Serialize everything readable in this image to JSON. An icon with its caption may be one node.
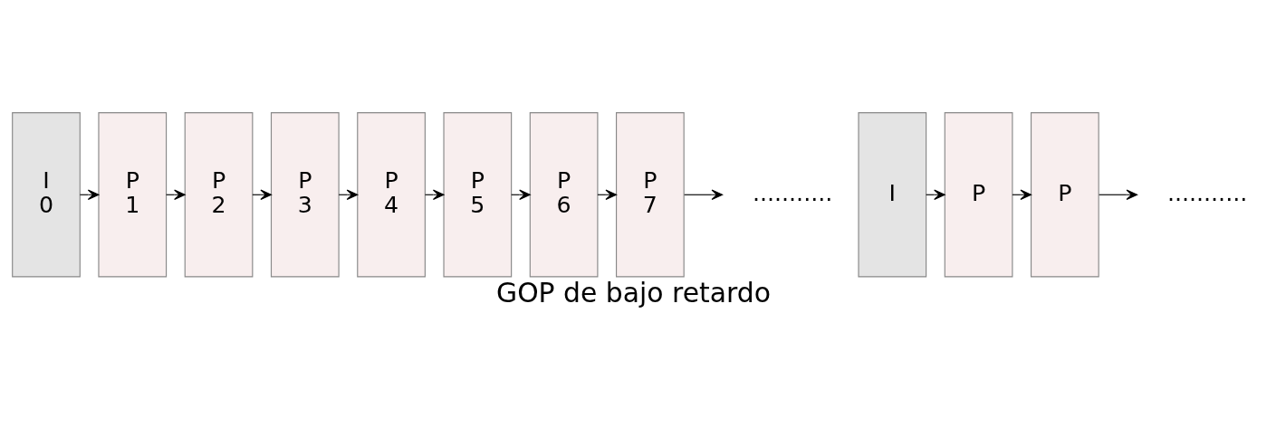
{
  "diagram": {
    "caption": "GOP de bajo retardo",
    "nodes": [
      {
        "text": [
          "I",
          "0"
        ]
      },
      {
        "text": [
          "P",
          "1"
        ]
      },
      {
        "text": [
          "P",
          "2"
        ]
      },
      {
        "text": [
          "P",
          "3"
        ]
      },
      {
        "text": [
          "P",
          "4"
        ]
      },
      {
        "text": [
          "P",
          "5"
        ]
      },
      {
        "text": [
          "P",
          "6"
        ]
      },
      {
        "text": [
          "P",
          "7"
        ]
      },
      {
        "text": [
          "I"
        ]
      },
      {
        "text": [
          "P"
        ]
      },
      {
        "text": [
          "P"
        ]
      }
    ],
    "edges": [
      {
        "from": 0,
        "to": 1,
        "arrow": "to"
      },
      {
        "from": 1,
        "to": 2,
        "arrow": "to"
      },
      {
        "from": 2,
        "to": 3,
        "arrow": "to"
      },
      {
        "from": 3,
        "to": 4,
        "arrow": "to"
      },
      {
        "from": 4,
        "to": 5,
        "arrow": "to"
      },
      {
        "from": 5,
        "to": 6,
        "arrow": "to"
      },
      {
        "from": 6,
        "to": 7,
        "arrow": "to"
      },
      {
        "from": 7,
        "to": null,
        "arrow": "to"
      },
      {
        "from": 8,
        "to": 9,
        "arrow": "to"
      },
      {
        "from": 9,
        "to": 10,
        "arrow": "to"
      },
      {
        "from": 10,
        "to": null,
        "arrow": "to"
      }
    ],
    "labels": [
      "...........",
      "..........."
    ]
  }
}
